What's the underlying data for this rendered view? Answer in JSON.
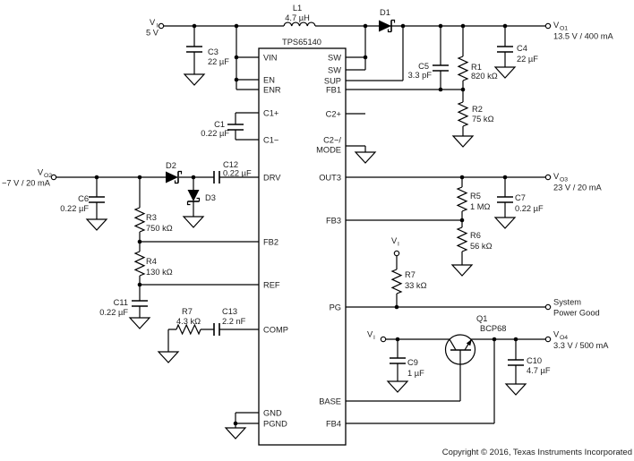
{
  "schematic": {
    "ic": {
      "title": "TPS65140",
      "pins_left": [
        "VIN",
        "EN",
        "ENR",
        "C1+",
        "C1−",
        "DRV",
        "FB2",
        "REF",
        "COMP",
        "GND",
        "PGND"
      ],
      "pins_right": [
        "SW",
        "SW",
        "SUP",
        "FB1",
        "C2+",
        "C2−/",
        "MODE",
        "OUT3",
        "FB3",
        "PG",
        "BASE",
        "FB4"
      ]
    },
    "components": {
      "L1": {
        "ref": "L1",
        "value": "4.7 µH"
      },
      "D1": {
        "ref": "D1"
      },
      "D2": {
        "ref": "D2"
      },
      "D3": {
        "ref": "D3"
      },
      "Q1": {
        "ref": "Q1",
        "value": "BCP68"
      },
      "C1": {
        "ref": "C1",
        "value": "0.22 µF"
      },
      "C3": {
        "ref": "C3",
        "value": "22 µF"
      },
      "C4": {
        "ref": "C4",
        "value": "22 µF"
      },
      "C5": {
        "ref": "C5",
        "value": "3.3 pF"
      },
      "C6": {
        "ref": "C6",
        "value": "0.22 µF"
      },
      "C7": {
        "ref": "C7",
        "value": "0.22 µF"
      },
      "C9": {
        "ref": "C9",
        "value": "1 µF"
      },
      "C10": {
        "ref": "C10",
        "value": "4.7 µF"
      },
      "C11": {
        "ref": "C11",
        "value": "0.22 µF"
      },
      "C12": {
        "ref": "C12",
        "value": "0.22 µF"
      },
      "C13": {
        "ref": "C13",
        "value": "2.2 nF"
      },
      "R1": {
        "ref": "R1",
        "value": "820 kΩ"
      },
      "R2": {
        "ref": "R2",
        "value": "75 kΩ"
      },
      "R3": {
        "ref": "R3",
        "value": "750 kΩ"
      },
      "R4": {
        "ref": "R4",
        "value": "130 kΩ"
      },
      "R5": {
        "ref": "R5",
        "value": "1 MΩ"
      },
      "R6": {
        "ref": "R6",
        "value": "56 kΩ"
      },
      "R7_comp": {
        "ref": "R7",
        "value": "4.3 kΩ"
      },
      "R7_pg": {
        "ref": "R7",
        "value": "33 kΩ"
      }
    },
    "ports": {
      "vi_top": {
        "symbol": "V",
        "sub": "I",
        "value": "5 V"
      },
      "vo1": {
        "symbol": "V",
        "sub": "O1",
        "value": "13.5 V / 400 mA"
      },
      "vo2": {
        "symbol": "V",
        "sub": "O2",
        "value": "−7 V / 20 mA"
      },
      "vo3": {
        "symbol": "V",
        "sub": "O3",
        "value": "23 V / 20 mA"
      },
      "vo4": {
        "symbol": "V",
        "sub": "O4",
        "value": "3.3 V / 500 mA"
      },
      "vi_pg": {
        "symbol": "V",
        "sub": "I"
      },
      "vi_q1": {
        "symbol": "V",
        "sub": "I"
      },
      "power_good": {
        "line1": "System",
        "line2": "Power Good"
      }
    },
    "footer": "Copyright © 2016, Texas Instruments Incorporated"
  }
}
